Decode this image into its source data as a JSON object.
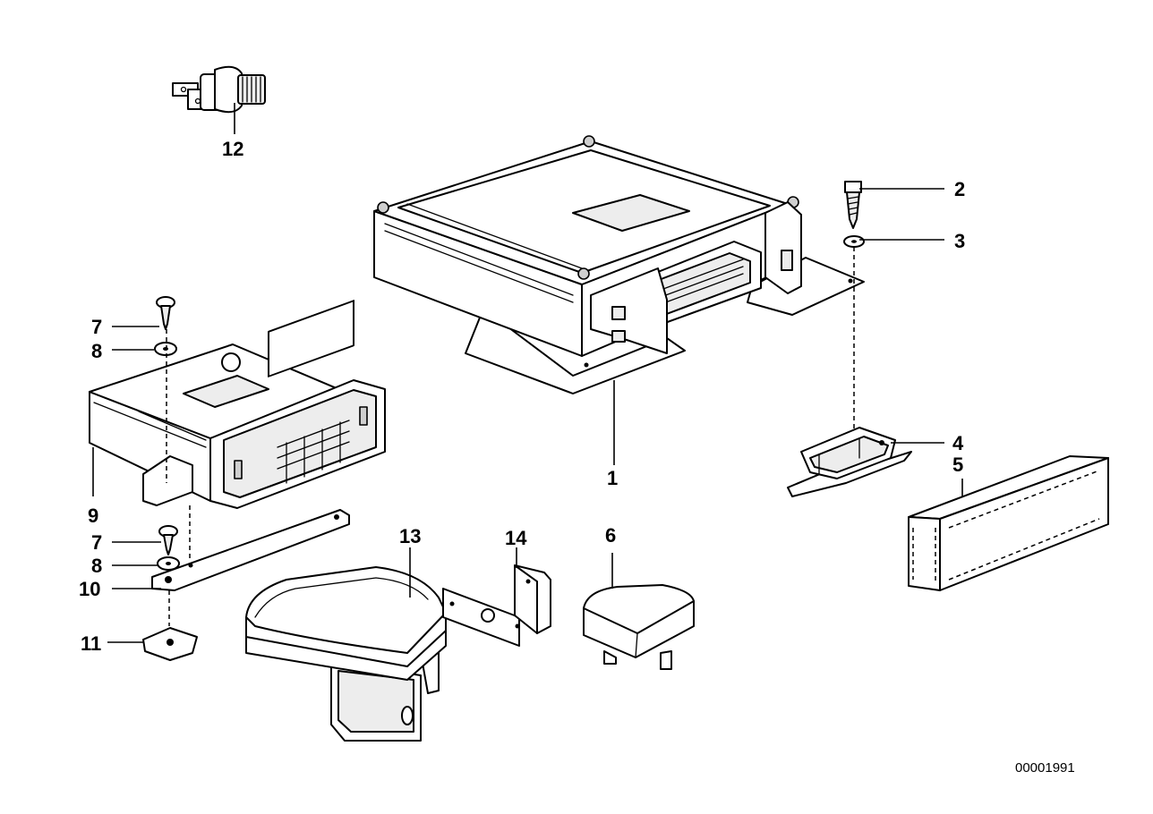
{
  "callouts": {
    "c1": "1",
    "c2": "2",
    "c3": "3",
    "c4": "4",
    "c5": "5",
    "c6": "6",
    "c7a": "7",
    "c7b": "7",
    "c8a": "8",
    "c8b": "8",
    "c9": "9",
    "c10": "10",
    "c11": "11",
    "c12": "12",
    "c13": "13",
    "c14": "14"
  },
  "reference_number": "00001991"
}
